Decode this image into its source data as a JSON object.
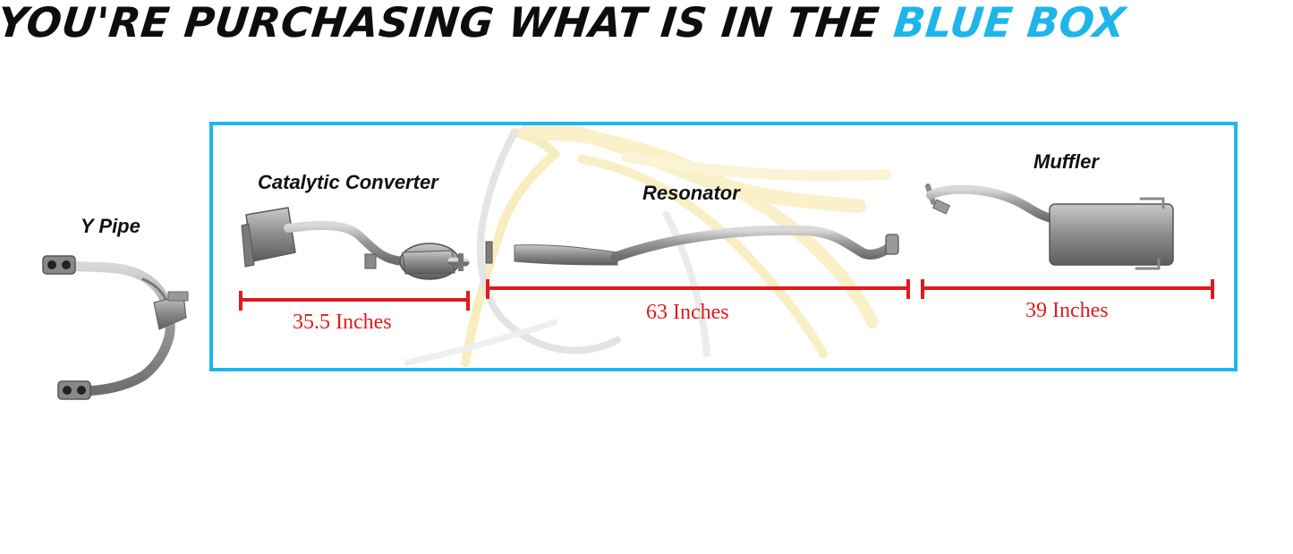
{
  "headline": {
    "part1": "YOU'RE PURCHASING WHAT IS IN THE ",
    "part2": "BLUE BOX",
    "accent_color": "#1eb6ea",
    "text_color": "#0d0d0d"
  },
  "parts": {
    "y_pipe": "Y Pipe",
    "catalytic_converter": "Catalytic Converter",
    "resonator": "Resonator",
    "muffler": "Muffler"
  },
  "measurements": {
    "catalytic_converter": "35.5 Inches",
    "resonator": "63 Inches",
    "muffler": "39 Inches",
    "color": "#e01b1b"
  },
  "icons": [
    "horse-head-watermark-icon"
  ]
}
